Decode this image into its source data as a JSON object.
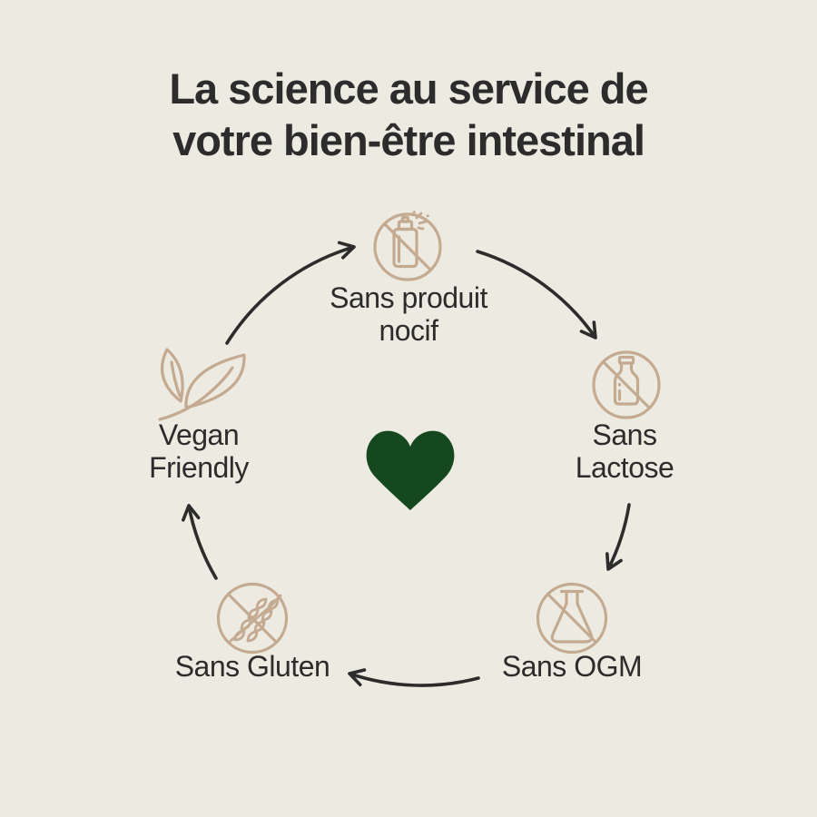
{
  "title": {
    "line1": "La science au service de",
    "line2": "votre bien-être intestinal"
  },
  "cycle": {
    "items": [
      {
        "id": "sans-produit-nocif",
        "icon": "no-spray-icon",
        "line1": "Sans produit",
        "line2": "nocif"
      },
      {
        "id": "sans-lactose",
        "icon": "no-lactose-icon",
        "line1": "Sans",
        "line2": "Lactose"
      },
      {
        "id": "sans-ogm",
        "icon": "no-gmo-icon",
        "line1": "Sans OGM",
        "line2": ""
      },
      {
        "id": "sans-gluten",
        "icon": "no-gluten-icon",
        "line1": "Sans Gluten",
        "line2": ""
      },
      {
        "id": "vegan-friendly",
        "icon": "vegan-leaves-icon",
        "line1": "Vegan",
        "line2": "Friendly"
      }
    ],
    "center_icon": "heart-icon",
    "arrows": [
      {
        "from": "vegan-friendly",
        "to": "sans-produit-nocif"
      },
      {
        "from": "sans-produit-nocif",
        "to": "sans-lactose"
      },
      {
        "from": "sans-lactose",
        "to": "sans-ogm"
      },
      {
        "from": "sans-ogm",
        "to": "sans-gluten"
      },
      {
        "from": "sans-gluten",
        "to": "vegan-friendly"
      }
    ]
  },
  "colors": {
    "background": "#EDEBE1",
    "icon_stroke": "#C4AA91",
    "heart": "#15481F",
    "text": "#2C2C2C",
    "arrow": "#2C2C2C"
  }
}
